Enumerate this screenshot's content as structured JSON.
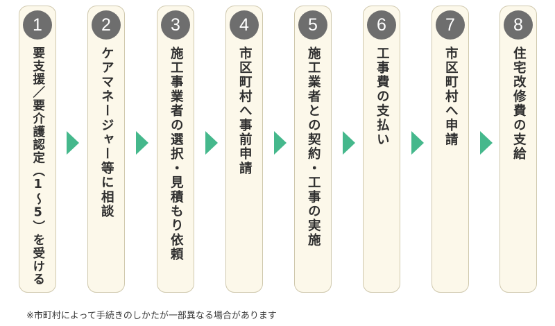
{
  "steps": [
    {
      "number": "1",
      "label": "要支援／要介護認定（1～5）を受ける"
    },
    {
      "number": "2",
      "label": "ケアマネージャー等に相談"
    },
    {
      "number": "3",
      "label": "施工事業者の選択・見積もり依頼"
    },
    {
      "number": "4",
      "label": "市区町村へ事前申請"
    },
    {
      "number": "5",
      "label": "施工業者との契約・工事の実施"
    },
    {
      "number": "6",
      "label": "工事費の支払い"
    },
    {
      "number": "7",
      "label": "市区町村へ申請"
    },
    {
      "number": "8",
      "label": "住宅改修費の支給"
    }
  ],
  "note": "※市町村によって手続きのしかたが一部異なる場合があります",
  "colors": {
    "arrow": "#45b88c",
    "badge": "#6e6e6e",
    "card_background": "#fcf8ea",
    "card_border": "#cfc8ad"
  },
  "icons": {
    "arrow": "right-triangle-arrow-icon"
  }
}
